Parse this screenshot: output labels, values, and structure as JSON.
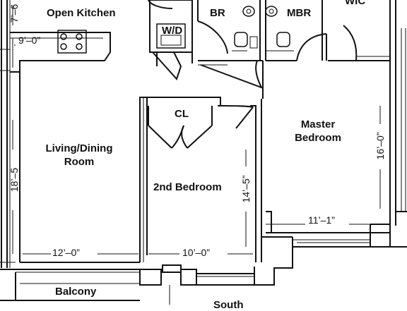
{
  "rooms": {
    "open_kitchen": "Open Kitchen",
    "laundry": "W/D",
    "bath": "BR",
    "master_bath": "MBR",
    "walk_in_closet": "WIC",
    "closet": "CL",
    "living_dining_line1": "Living/Dining",
    "living_dining_line2": "Room",
    "second_bedroom": "2nd Bedroom",
    "master_bedroom_line1": "Master",
    "master_bedroom_line2": "Bedroom",
    "balcony": "Balcony",
    "orientation": "South"
  },
  "dimensions": {
    "kitchen_width": "9’–0”",
    "kitchen_depth": "7’–6",
    "living_depth": "18’–5",
    "living_width": "12’–0”",
    "second_bedroom_width": "10’–0”",
    "second_bedroom_depth": "14’–5”",
    "master_depth": "16’–0”",
    "master_width": "11’–1”"
  },
  "colors": {
    "ink": "#111111",
    "background": "#ffffff"
  }
}
